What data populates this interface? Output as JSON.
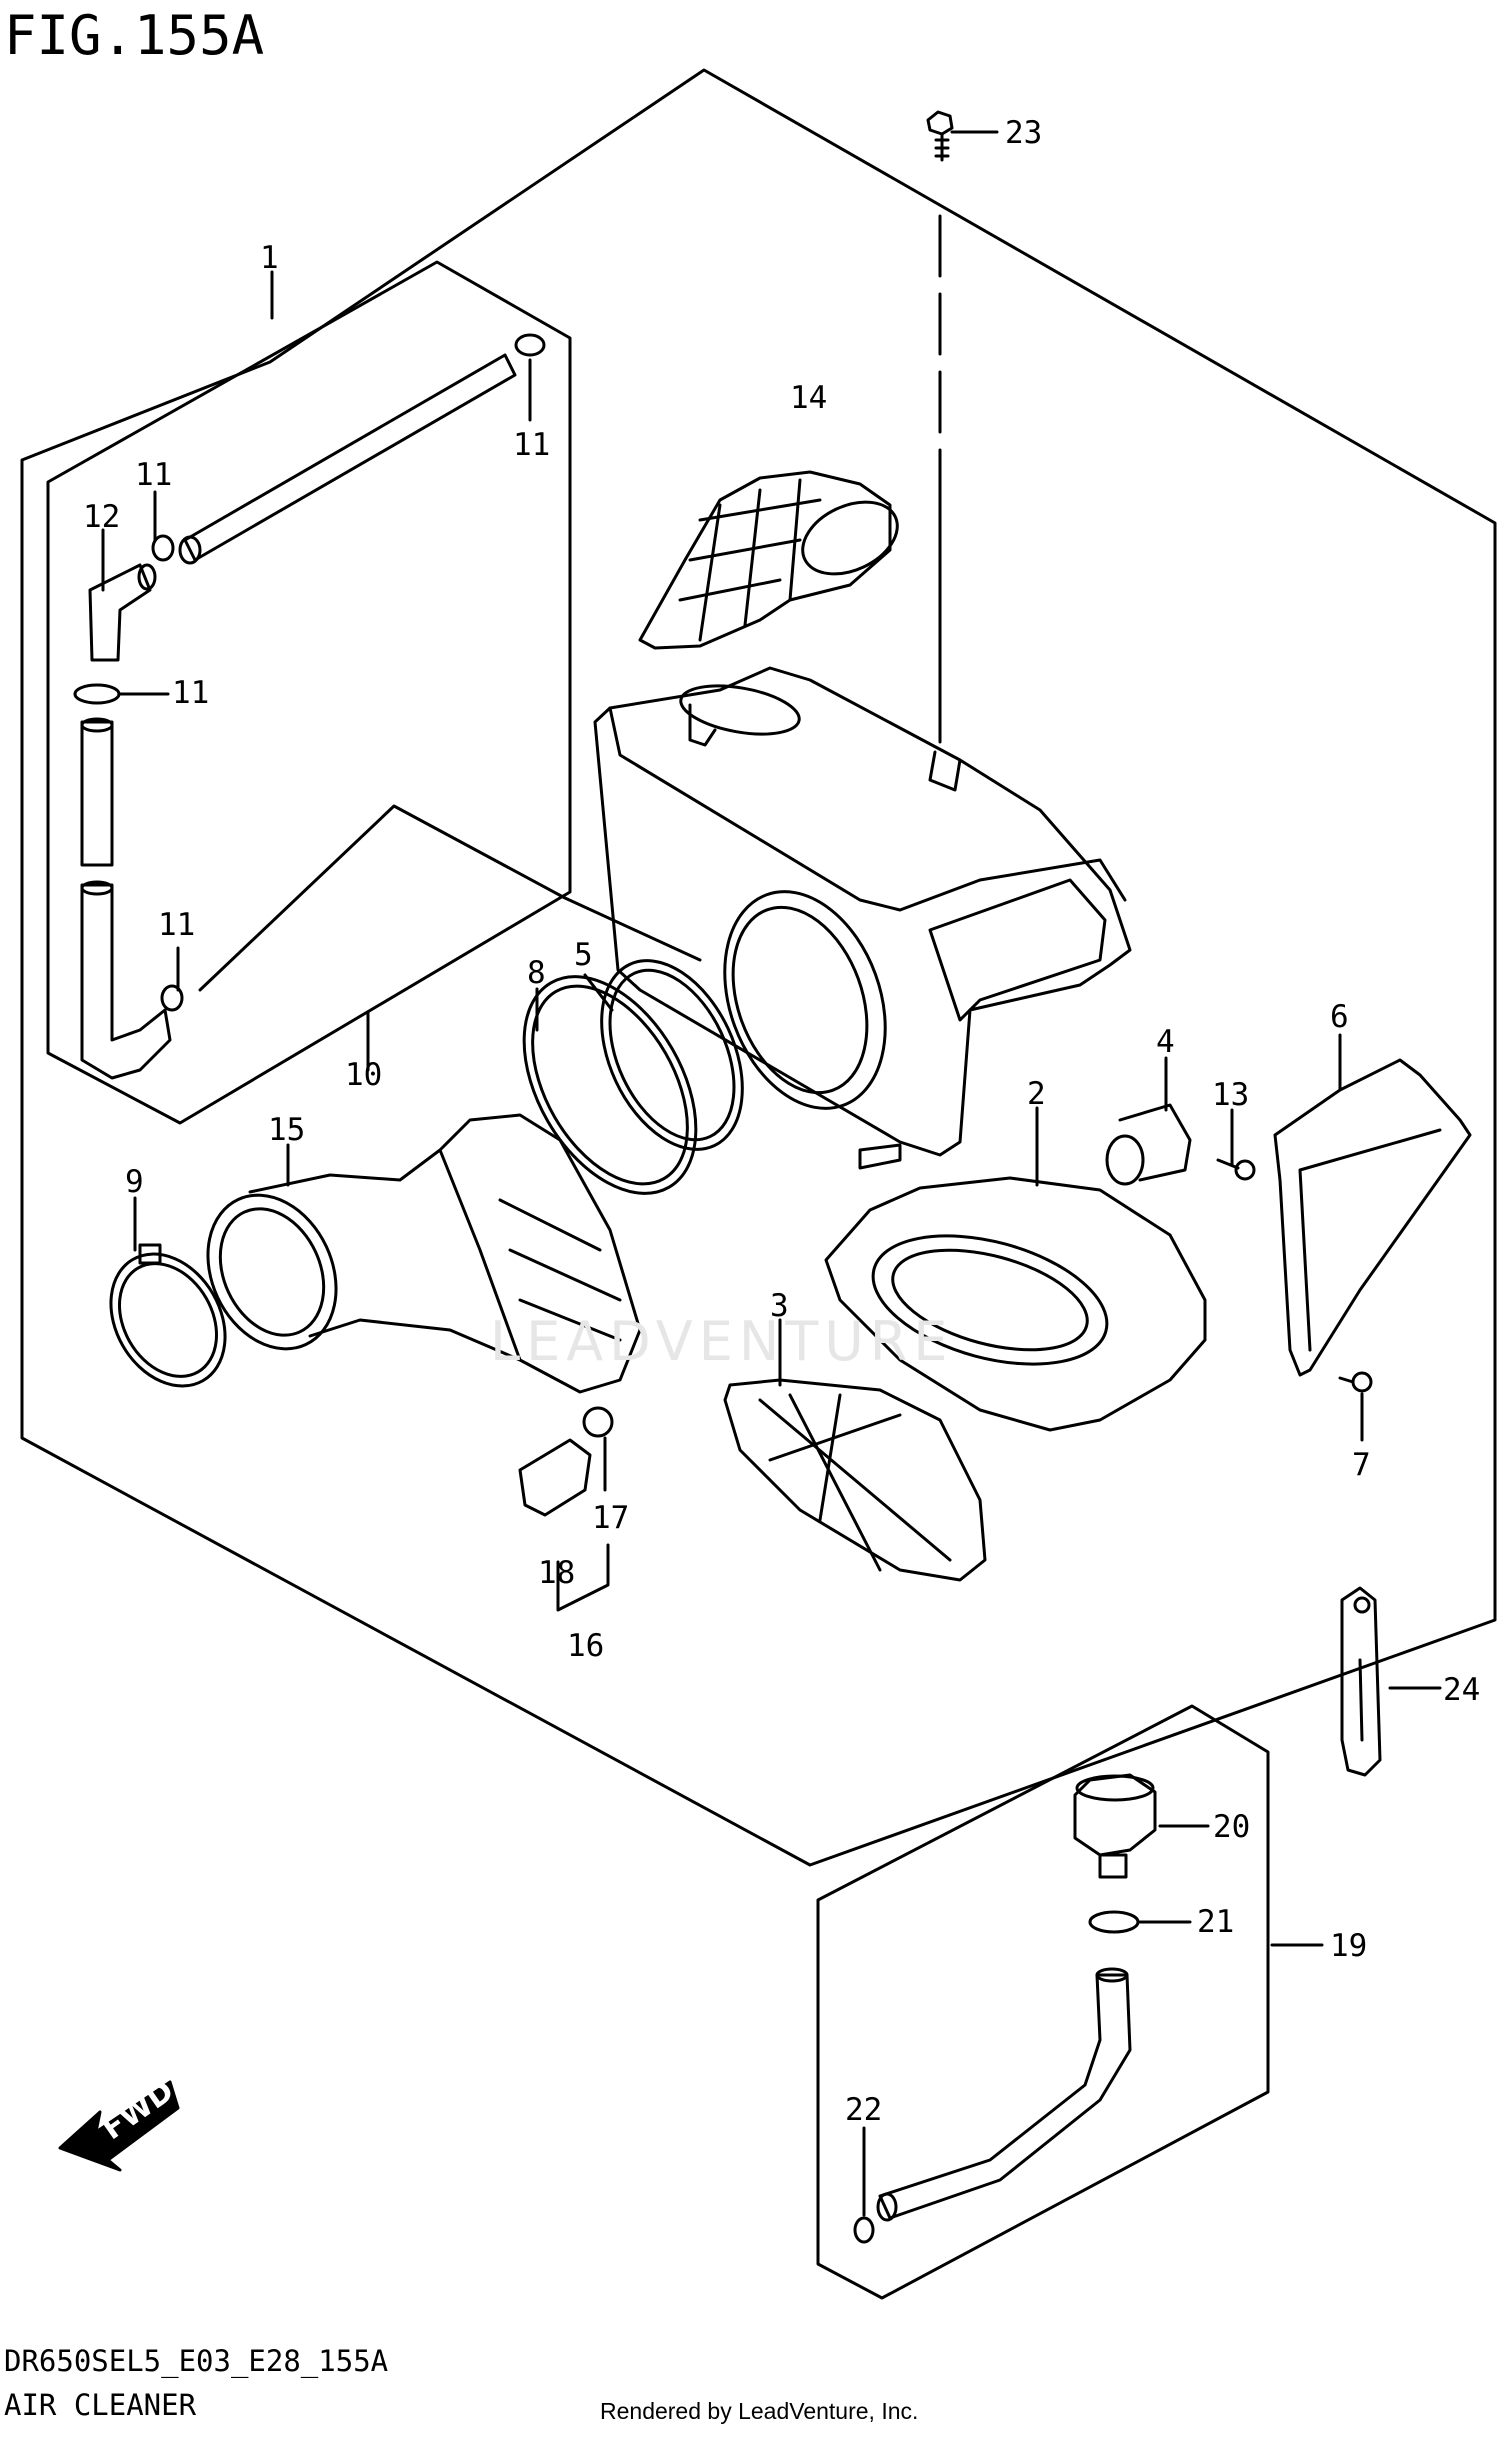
{
  "figure": {
    "title": "FIG.155A",
    "model_code": "DR650SEL5_E03_E28_155A",
    "section_name": "AIR CLEANER",
    "credit": "Rendered by LeadVenture, Inc.",
    "watermark": "LEADVENTURE",
    "fwd_label": "FWD"
  },
  "callouts": [
    {
      "id": "c1",
      "text": "1"
    },
    {
      "id": "c2",
      "text": "2"
    },
    {
      "id": "c3",
      "text": "3"
    },
    {
      "id": "c4",
      "text": "4"
    },
    {
      "id": "c5",
      "text": "5"
    },
    {
      "id": "c6",
      "text": "6"
    },
    {
      "id": "c7",
      "text": "7"
    },
    {
      "id": "c8",
      "text": "8"
    },
    {
      "id": "c9",
      "text": "9"
    },
    {
      "id": "c10",
      "text": "10"
    },
    {
      "id": "c11a",
      "text": "11"
    },
    {
      "id": "c11b",
      "text": "11"
    },
    {
      "id": "c11c",
      "text": "11"
    },
    {
      "id": "c11d",
      "text": "11"
    },
    {
      "id": "c12",
      "text": "12"
    },
    {
      "id": "c13",
      "text": "13"
    },
    {
      "id": "c14",
      "text": "14"
    },
    {
      "id": "c15",
      "text": "15"
    },
    {
      "id": "c16",
      "text": "16"
    },
    {
      "id": "c17",
      "text": "17"
    },
    {
      "id": "c18",
      "text": "18"
    },
    {
      "id": "c19",
      "text": "19"
    },
    {
      "id": "c20",
      "text": "20"
    },
    {
      "id": "c21",
      "text": "21"
    },
    {
      "id": "c22",
      "text": "22"
    },
    {
      "id": "c23",
      "text": "23"
    },
    {
      "id": "c24",
      "text": "24"
    }
  ],
  "colors": {
    "line": "#000000",
    "background": "#ffffff",
    "watermark": "#e6e6e6"
  }
}
